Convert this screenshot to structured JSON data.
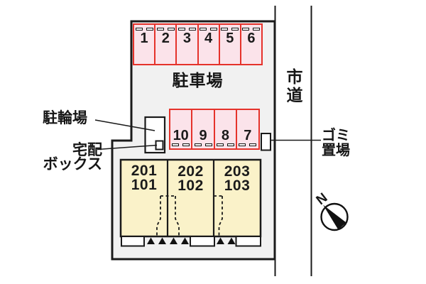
{
  "title": "apartment-site-layout-plan",
  "colors": {
    "stall_fill": "#fbe3ea",
    "stall_border": "#e5322b",
    "site_fill": "#f1f1f1",
    "building_fill": "#faf2c9",
    "line": "#1a1a1a"
  },
  "site": {
    "parking_area_label": "駐車場",
    "bicycle_parking_label": "駐輪場",
    "delivery_box_label": [
      "宅配",
      "ボックス"
    ],
    "garbage_area_label": [
      "ゴミ",
      "置場"
    ],
    "road_label": [
      "市",
      "道"
    ],
    "north_label": "N"
  },
  "parking": {
    "top_row_stalls": [
      "1",
      "2",
      "3",
      "4",
      "5",
      "6"
    ],
    "middle_row_stalls": [
      "10",
      "9",
      "8",
      "7"
    ]
  },
  "building": {
    "units": [
      {
        "upper": "201",
        "lower": "101"
      },
      {
        "upper": "202",
        "lower": "102"
      },
      {
        "upper": "203",
        "lower": "103"
      }
    ]
  }
}
